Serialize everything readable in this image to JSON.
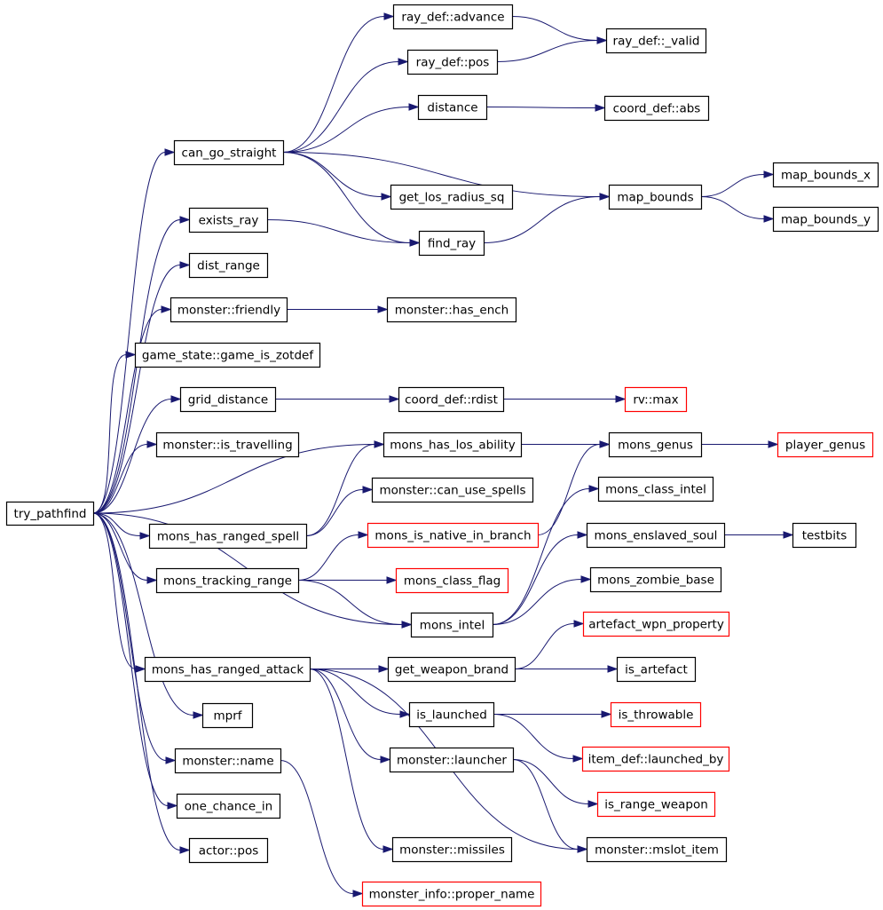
{
  "colors": {
    "edge": "#191970",
    "node_border_default": "#000000",
    "node_border_truncated": "#ff0000",
    "root_fill": "#bfbfbf"
  },
  "nodes": [
    {
      "id": "try_pathfind",
      "label": "try_pathfind",
      "border": "black",
      "root": true
    },
    {
      "id": "can_go_straight",
      "label": "can_go_straight",
      "border": "black"
    },
    {
      "id": "exists_ray",
      "label": "exists_ray",
      "border": "black"
    },
    {
      "id": "dist_range",
      "label": "dist_range",
      "border": "black"
    },
    {
      "id": "monster_friendly",
      "label": "monster::friendly",
      "border": "black"
    },
    {
      "id": "game_is_zotdef",
      "label": "game_state::game_is_zotdef",
      "border": "black"
    },
    {
      "id": "grid_distance",
      "label": "grid_distance",
      "border": "black"
    },
    {
      "id": "monster_is_travelling",
      "label": "monster::is_travelling",
      "border": "black"
    },
    {
      "id": "mons_has_ranged_spell",
      "label": "mons_has_ranged_spell",
      "border": "black"
    },
    {
      "id": "mons_tracking_range",
      "label": "mons_tracking_range",
      "border": "black"
    },
    {
      "id": "mons_has_ranged_attack",
      "label": "mons_has_ranged_attack",
      "border": "black"
    },
    {
      "id": "mprf",
      "label": "mprf",
      "border": "black"
    },
    {
      "id": "monster_name",
      "label": "monster::name",
      "border": "black"
    },
    {
      "id": "one_chance_in",
      "label": "one_chance_in",
      "border": "black"
    },
    {
      "id": "actor_pos",
      "label": "actor::pos",
      "border": "black"
    },
    {
      "id": "ray_def_advance",
      "label": "ray_def::advance",
      "border": "black"
    },
    {
      "id": "ray_def_pos",
      "label": "ray_def::pos",
      "border": "black"
    },
    {
      "id": "distance",
      "label": "distance",
      "border": "black"
    },
    {
      "id": "get_los_radius_sq",
      "label": "get_los_radius_sq",
      "border": "black"
    },
    {
      "id": "find_ray",
      "label": "find_ray",
      "border": "black"
    },
    {
      "id": "monster_has_ench",
      "label": "monster::has_ench",
      "border": "black"
    },
    {
      "id": "coord_def_rdist",
      "label": "coord_def::rdist",
      "border": "black"
    },
    {
      "id": "mons_has_los_ability",
      "label": "mons_has_los_ability",
      "border": "black"
    },
    {
      "id": "monster_can_use_spells",
      "label": "monster::can_use_spells",
      "border": "black"
    },
    {
      "id": "mons_is_native_in_branch",
      "label": "mons_is_native_in_branch",
      "border": "red"
    },
    {
      "id": "mons_class_flag",
      "label": "mons_class_flag",
      "border": "red"
    },
    {
      "id": "mons_intel",
      "label": "mons_intel",
      "border": "black"
    },
    {
      "id": "get_weapon_brand",
      "label": "get_weapon_brand",
      "border": "black"
    },
    {
      "id": "is_launched",
      "label": "is_launched",
      "border": "black"
    },
    {
      "id": "monster_launcher",
      "label": "monster::launcher",
      "border": "black"
    },
    {
      "id": "monster_missiles",
      "label": "monster::missiles",
      "border": "black"
    },
    {
      "id": "monster_info_proper_name",
      "label": "monster_info::proper_name",
      "border": "red"
    },
    {
      "id": "ray_def_valid",
      "label": "ray_def::_valid",
      "border": "black"
    },
    {
      "id": "coord_def_abs",
      "label": "coord_def::abs",
      "border": "black"
    },
    {
      "id": "map_bounds",
      "label": "map_bounds",
      "border": "black"
    },
    {
      "id": "rv_max",
      "label": "rv::max",
      "border": "red"
    },
    {
      "id": "mons_genus",
      "label": "mons_genus",
      "border": "black"
    },
    {
      "id": "mons_class_intel",
      "label": "mons_class_intel",
      "border": "black"
    },
    {
      "id": "mons_enslaved_soul",
      "label": "mons_enslaved_soul",
      "border": "black"
    },
    {
      "id": "mons_zombie_base",
      "label": "mons_zombie_base",
      "border": "black"
    },
    {
      "id": "artefact_wpn_property",
      "label": "artefact_wpn_property",
      "border": "red"
    },
    {
      "id": "is_artefact",
      "label": "is_artefact",
      "border": "black"
    },
    {
      "id": "is_throwable",
      "label": "is_throwable",
      "border": "red"
    },
    {
      "id": "item_def_launched_by",
      "label": "item_def::launched_by",
      "border": "red"
    },
    {
      "id": "is_range_weapon",
      "label": "is_range_weapon",
      "border": "red"
    },
    {
      "id": "monster_mslot_item",
      "label": "monster::mslot_item",
      "border": "black"
    },
    {
      "id": "map_bounds_x",
      "label": "map_bounds_x",
      "border": "black"
    },
    {
      "id": "map_bounds_y",
      "label": "map_bounds_y",
      "border": "black"
    },
    {
      "id": "player_genus",
      "label": "player_genus",
      "border": "red"
    },
    {
      "id": "testbits",
      "label": "testbits",
      "border": "black"
    }
  ],
  "edges": [
    [
      "try_pathfind",
      "can_go_straight"
    ],
    [
      "try_pathfind",
      "exists_ray"
    ],
    [
      "try_pathfind",
      "dist_range"
    ],
    [
      "try_pathfind",
      "monster_friendly"
    ],
    [
      "try_pathfind",
      "game_is_zotdef"
    ],
    [
      "try_pathfind",
      "grid_distance"
    ],
    [
      "try_pathfind",
      "monster_is_travelling"
    ],
    [
      "try_pathfind",
      "mons_has_los_ability"
    ],
    [
      "try_pathfind",
      "mons_has_ranged_spell"
    ],
    [
      "try_pathfind",
      "mons_tracking_range"
    ],
    [
      "try_pathfind",
      "mons_intel"
    ],
    [
      "try_pathfind",
      "mons_has_ranged_attack"
    ],
    [
      "try_pathfind",
      "mprf"
    ],
    [
      "try_pathfind",
      "monster_name"
    ],
    [
      "try_pathfind",
      "one_chance_in"
    ],
    [
      "try_pathfind",
      "actor_pos"
    ],
    [
      "can_go_straight",
      "ray_def_advance"
    ],
    [
      "can_go_straight",
      "ray_def_pos"
    ],
    [
      "can_go_straight",
      "distance"
    ],
    [
      "can_go_straight",
      "map_bounds"
    ],
    [
      "can_go_straight",
      "get_los_radius_sq"
    ],
    [
      "can_go_straight",
      "find_ray"
    ],
    [
      "ray_def_advance",
      "ray_def_valid"
    ],
    [
      "ray_def_pos",
      "ray_def_valid"
    ],
    [
      "distance",
      "coord_def_abs"
    ],
    [
      "map_bounds",
      "map_bounds_x"
    ],
    [
      "map_bounds",
      "map_bounds_y"
    ],
    [
      "exists_ray",
      "find_ray"
    ],
    [
      "find_ray",
      "map_bounds"
    ],
    [
      "monster_friendly",
      "monster_has_ench"
    ],
    [
      "grid_distance",
      "coord_def_rdist"
    ],
    [
      "coord_def_rdist",
      "rv_max"
    ],
    [
      "mons_has_los_ability",
      "mons_genus"
    ],
    [
      "mons_genus",
      "player_genus"
    ],
    [
      "mons_has_ranged_spell",
      "mons_has_los_ability"
    ],
    [
      "mons_has_ranged_spell",
      "monster_can_use_spells"
    ],
    [
      "mons_tracking_range",
      "mons_is_native_in_branch"
    ],
    [
      "mons_tracking_range",
      "mons_class_flag"
    ],
    [
      "mons_tracking_range",
      "mons_intel"
    ],
    [
      "mons_is_native_in_branch",
      "mons_genus"
    ],
    [
      "mons_intel",
      "mons_class_intel"
    ],
    [
      "mons_intel",
      "mons_enslaved_soul"
    ],
    [
      "mons_intel",
      "mons_zombie_base"
    ],
    [
      "mons_enslaved_soul",
      "testbits"
    ],
    [
      "mons_has_ranged_attack",
      "get_weapon_brand"
    ],
    [
      "mons_has_ranged_attack",
      "is_launched"
    ],
    [
      "mons_has_ranged_attack",
      "monster_launcher"
    ],
    [
      "mons_has_ranged_attack",
      "monster_missiles"
    ],
    [
      "mons_has_ranged_attack",
      "monster_mslot_item"
    ],
    [
      "get_weapon_brand",
      "artefact_wpn_property"
    ],
    [
      "get_weapon_brand",
      "is_artefact"
    ],
    [
      "is_launched",
      "is_throwable"
    ],
    [
      "is_launched",
      "item_def_launched_by"
    ],
    [
      "monster_launcher",
      "is_range_weapon"
    ],
    [
      "monster_launcher",
      "monster_mslot_item"
    ],
    [
      "monster_name",
      "monster_info_proper_name"
    ]
  ]
}
